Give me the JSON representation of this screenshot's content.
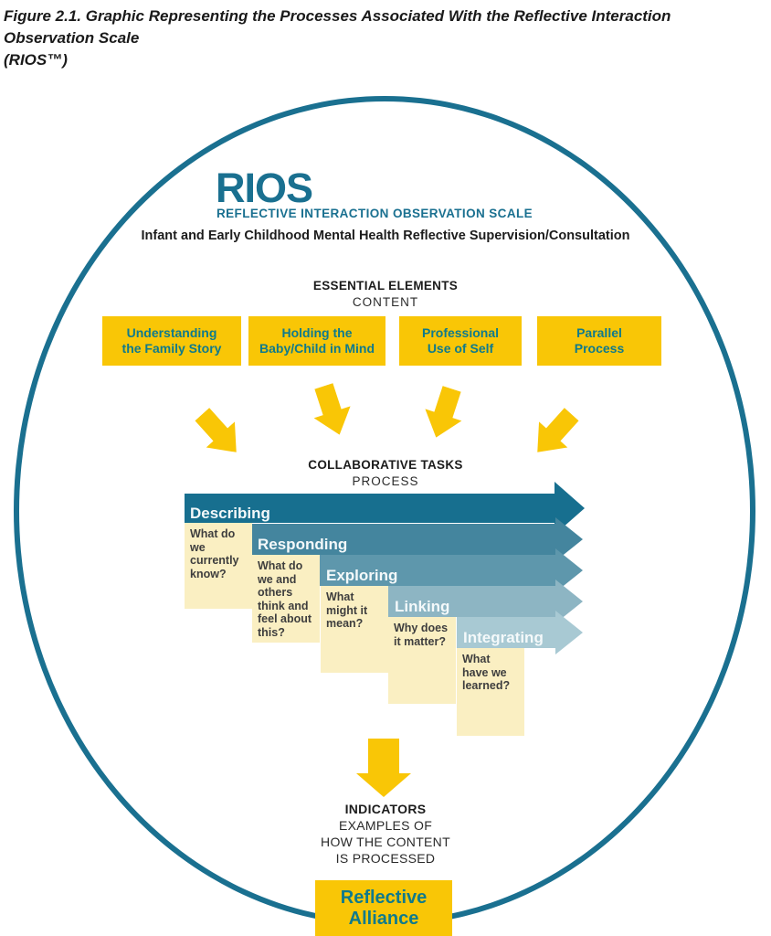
{
  "caption": {
    "line1": "Figure 2.1. Graphic Representing the Processes Associated With the Reflective Interaction Observation Scale",
    "line2": "(RIOS™)"
  },
  "header": {
    "acronym": "RIOS",
    "scale_name": "REFLECTIVE INTERACTION OBSERVATION SCALE",
    "context_line": "Infant and Early Childhood Mental Health Reflective Supervision/Consultation"
  },
  "essential_elements": {
    "title": "ESSENTIAL ELEMENTS",
    "subtitle": "CONTENT",
    "boxes": [
      {
        "lines": [
          "Understanding",
          "the Family Story"
        ]
      },
      {
        "lines": [
          "Holding the",
          "Baby/Child in Mind"
        ]
      },
      {
        "lines": [
          "Professional",
          "Use of Self"
        ]
      },
      {
        "lines": [
          "Parallel",
          "Process"
        ]
      }
    ]
  },
  "collaborative_tasks": {
    "title": "COLLABORATIVE TASKS",
    "subtitle": "PROCESS",
    "steps": [
      {
        "label": "Describing",
        "question": "What do we currently know?"
      },
      {
        "label": "Responding",
        "question": "What do we and others think and feel about this?"
      },
      {
        "label": "Exploring",
        "question": "What might it mean?"
      },
      {
        "label": "Linking",
        "question": "Why does it matter?"
      },
      {
        "label": "Integrating",
        "question": "What have we learned?"
      }
    ]
  },
  "indicators": {
    "title": "INDICATORS",
    "lines": [
      "EXAMPLES OF",
      "HOW THE CONTENT",
      "IS PROCESSED"
    ]
  },
  "outcome": {
    "lines": [
      "Reflective",
      "Alliance"
    ]
  },
  "colors": {
    "teal_dark": "#1A7090",
    "box_yellow": "#F9C606",
    "note_yellow": "#FAEFC2",
    "box_text_teal": "#0F7A8C",
    "process_rows": [
      "#176F8F",
      "#44859E",
      "#5E97AC",
      "#8DB5C3",
      "#A8C9D3"
    ]
  }
}
